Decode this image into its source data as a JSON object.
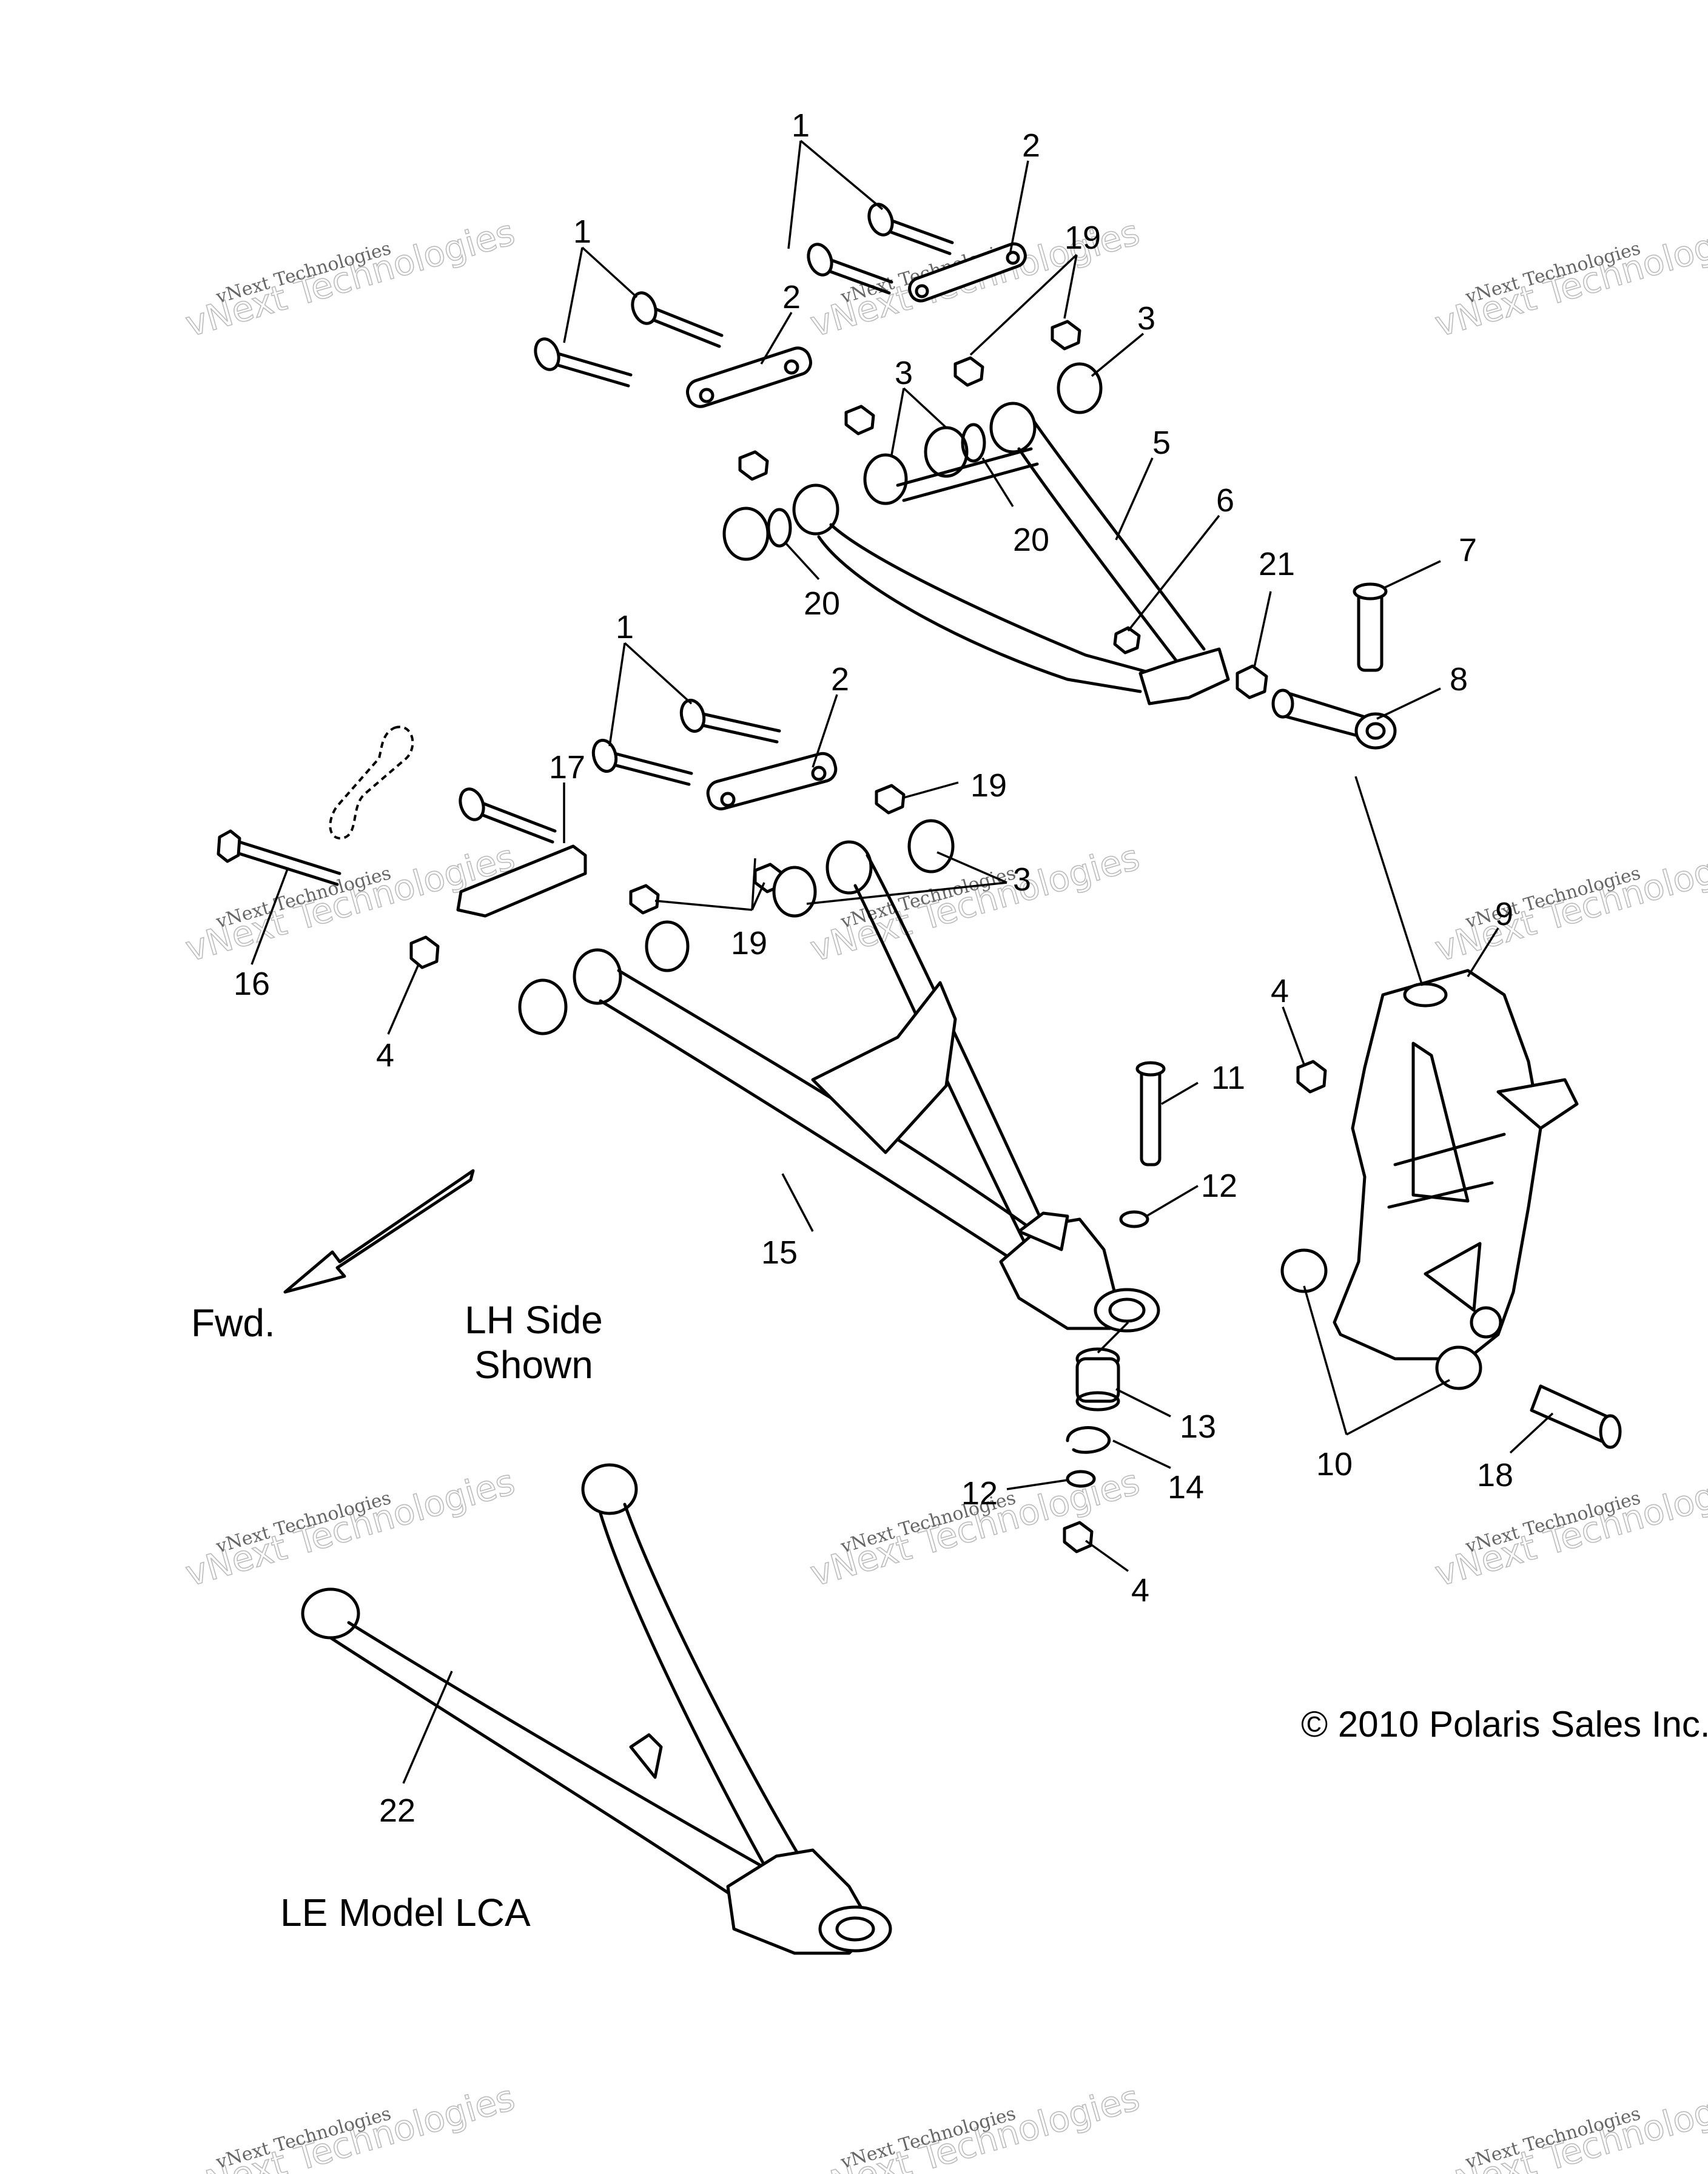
{
  "watermark": {
    "line_small": "vNext Technologies",
    "line_big": "vNext Technologies"
  },
  "notes": {
    "forward": "Fwd.",
    "side_line1": "LH Side",
    "side_line2": "Shown",
    "le_model": "LE Model LCA",
    "copyright": "© 2010 Polaris Sales Inc."
  },
  "callouts": {
    "c1": "1",
    "c2": "2",
    "c3": "3",
    "c4": "4",
    "c5": "5",
    "c6": "6",
    "c7": "7",
    "c8": "8",
    "c9": "9",
    "c10": "10",
    "c11": "11",
    "c12": "12",
    "c13": "13",
    "c14": "14",
    "c15": "15",
    "c16": "16",
    "c17": "17",
    "c18": "18",
    "c19": "19",
    "c20": "20",
    "c21": "21",
    "c22": "22"
  }
}
